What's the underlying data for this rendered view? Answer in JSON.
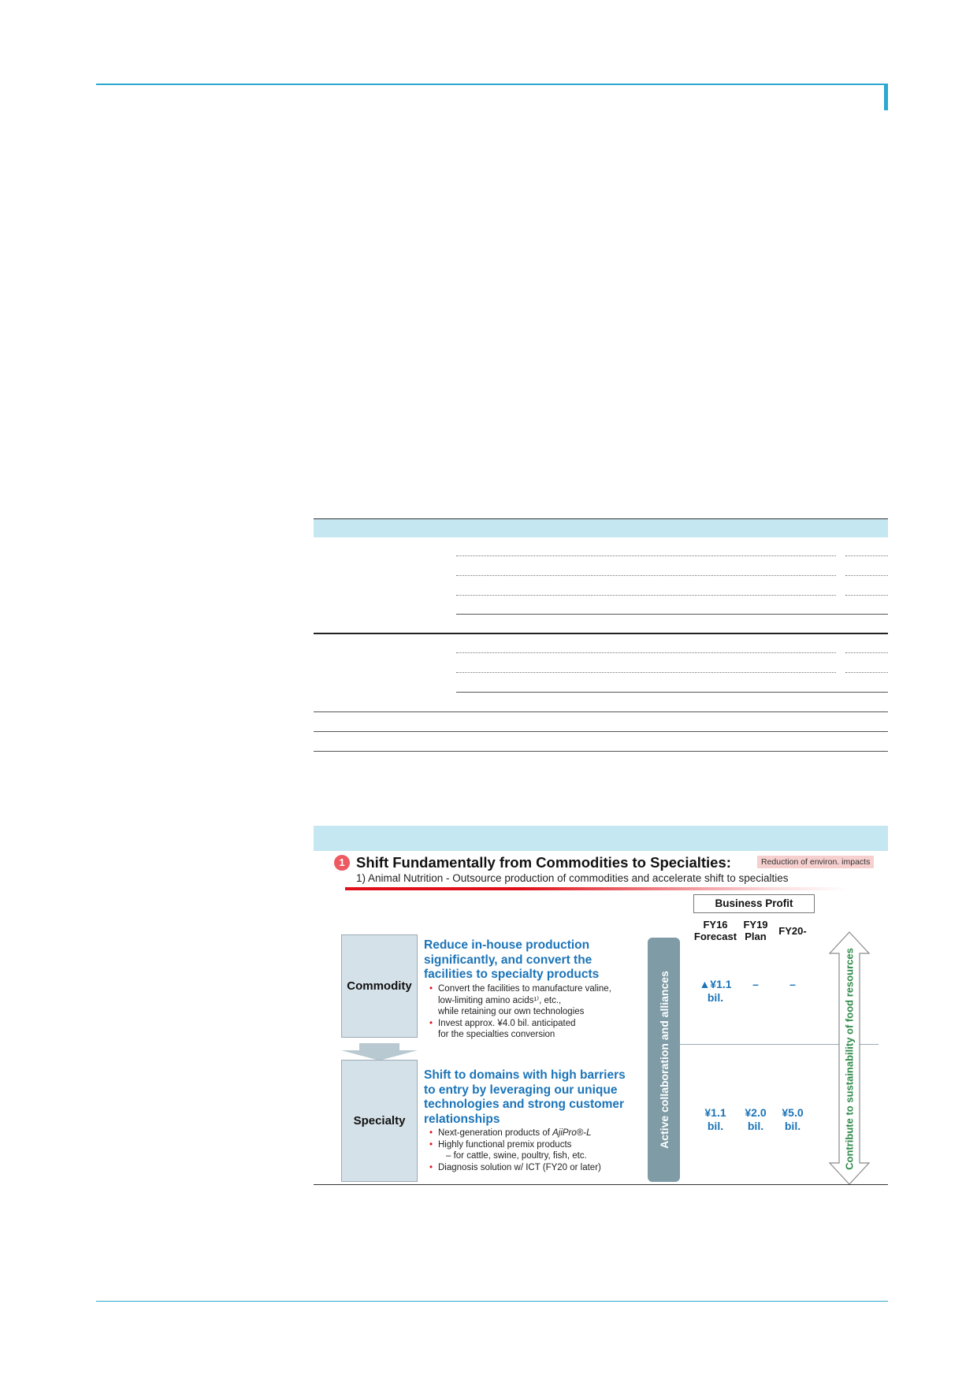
{
  "figure": {
    "badge_number": "1",
    "title": "Shift Fundamentally from Commodities to Specialties:",
    "subtitle": "1) Animal Nutrition - Outsource production of commodities and accelerate shift to specialties",
    "env_tag": "Reduction of environ. impacts",
    "business_profit_label": "Business Profit",
    "columns": [
      {
        "line1": "FY16",
        "line2": "Forecast"
      },
      {
        "line1": "FY19",
        "line2": "Plan"
      },
      {
        "line1": "FY20-",
        "line2": ""
      }
    ],
    "active_collaboration": "Active collaboration and alliances",
    "sustainability": "Contribute to sustainability of food resources",
    "commodity": {
      "label": "Commodity",
      "heading_lines": [
        "Reduce in-house production",
        "significantly, and convert the",
        "facilities to specialty products"
      ],
      "bullet1_lines": [
        "Convert the facilities to manufacture valine,",
        "low-limiting amino acids¹⁾, etc.,",
        "while retaining our own technologies"
      ],
      "bullet2_lines": [
        "Invest approx. ¥4.0 bil. anticipated",
        "for the specialties conversion"
      ],
      "values": [
        {
          "line1": "▲¥1.1",
          "line2": "bil."
        },
        {
          "line1": "–",
          "line2": ""
        },
        {
          "line1": "–",
          "line2": ""
        }
      ]
    },
    "specialty": {
      "label": "Specialty",
      "heading_lines": [
        "Shift to domains with high barriers",
        "to entry by leveraging our unique",
        "technologies and strong customer",
        "relationships"
      ],
      "bullet1_prefix": "Next-generation products of ",
      "bullet1_product": "AjiPro®-L",
      "bullet2": "Highly functional premix products",
      "bullet2_sub": "– for cattle, swine, poultry, fish, etc.",
      "bullet3": "Diagnosis solution w/ ICT (FY20 or later)",
      "values": [
        {
          "line1": "¥1.1",
          "line2": "bil."
        },
        {
          "line1": "¥2.0",
          "line2": "bil."
        },
        {
          "line1": "¥5.0",
          "line2": "bil."
        }
      ]
    }
  }
}
